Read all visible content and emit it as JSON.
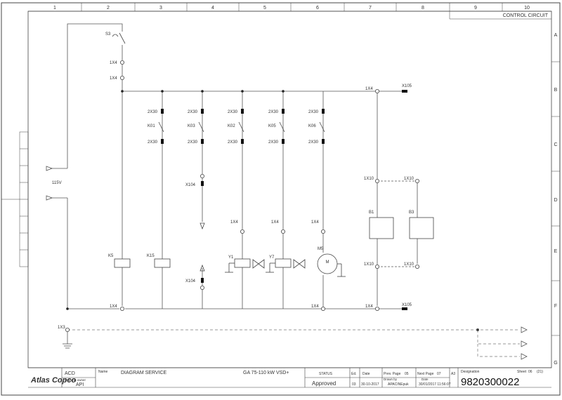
{
  "sheet": {
    "title": "CONTROL CIRCUIT",
    "columns": [
      "1",
      "2",
      "3",
      "4",
      "5",
      "6",
      "7",
      "8",
      "9",
      "10"
    ],
    "rows": [
      "A",
      "B",
      "C",
      "D",
      "E",
      "F",
      "G"
    ]
  },
  "components": {
    "s3": "S3",
    "k01": "K01",
    "k03": "K03",
    "k02": "K02",
    "k05": "K05",
    "k06": "K06",
    "k5": "K5",
    "k15": "K15",
    "y1": "Y1",
    "y7": "Y7",
    "m5": "M5",
    "b1": "B1",
    "b3": "B3",
    "x2x30": "2X30",
    "x1x4": "1X4",
    "x1x10": "1X10",
    "x1x3": "1X3",
    "x105": "X105",
    "x104": "X104",
    "v115": "115V"
  },
  "title_block": {
    "logo": "Atlas Copco",
    "acd": "ACD",
    "drawing_owner_label": "Drawing owner",
    "drawing_owner": "API",
    "name_label": "Name",
    "name": "DIAGRAM SERVICE",
    "product": "GA 75-110 kW VSD+",
    "status_label": "STATUS",
    "status": "Approved",
    "ed_label": "Ed.",
    "ed": "03",
    "date_label": "Date",
    "date": "30-10-2017",
    "prev_page_label": "Prev. Page",
    "prev_page": "05",
    "next_page_label": "Next Page",
    "next_page": "07",
    "format": "A3",
    "drawn_by_label": "Drawn by",
    "drawn_by": "APACINEpuk",
    "date2_label": "Date",
    "date2": "30/01/2017 11:56:07",
    "designation_label": "Designation",
    "designation": "9820300022",
    "sheet_label": "Sheet",
    "sheet_no": "06",
    "sheet_total": "(21)"
  }
}
